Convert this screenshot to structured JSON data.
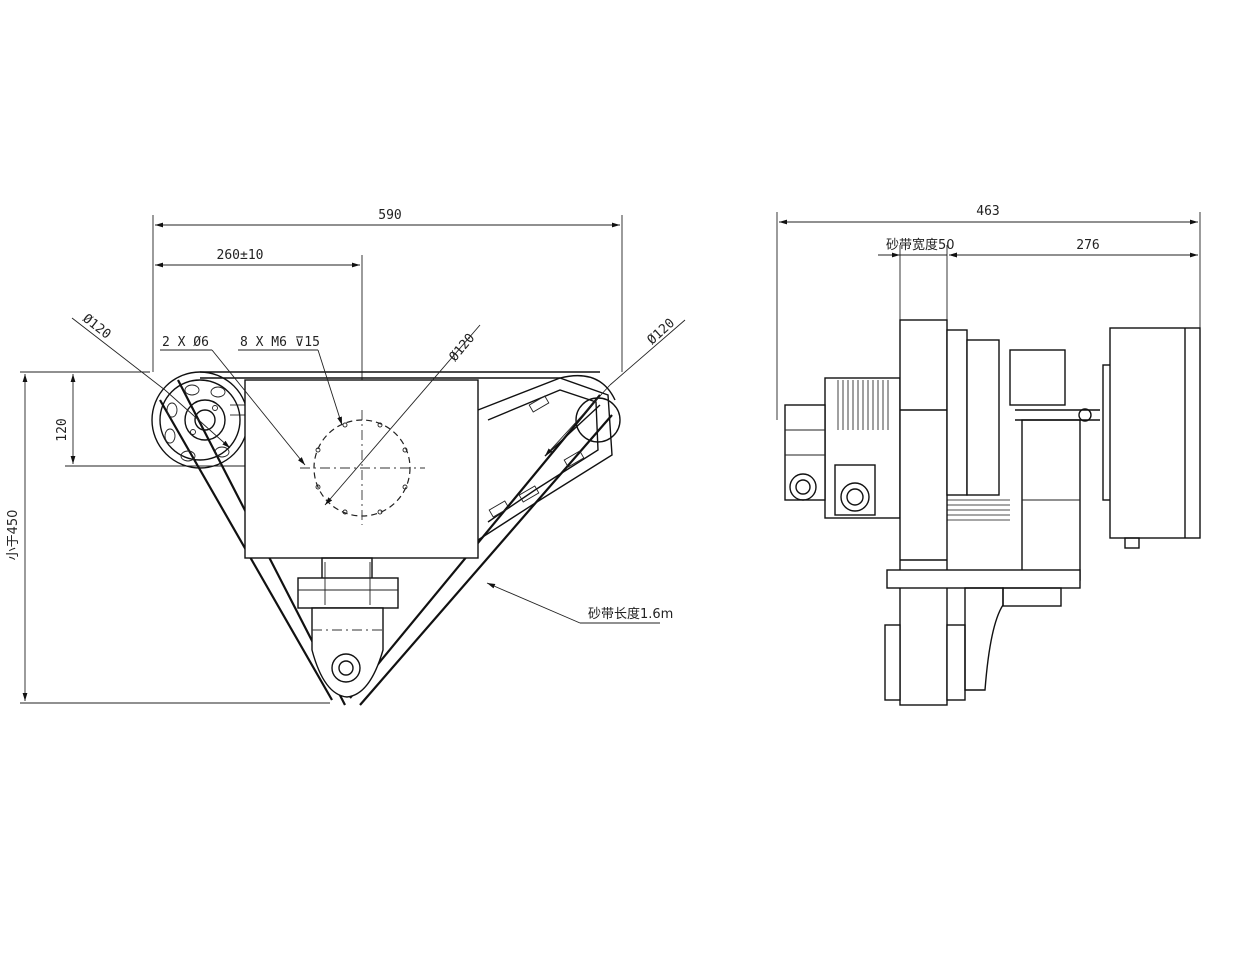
{
  "front_view": {
    "dim_overall_width": "590",
    "dim_offset": "260±10",
    "dim_hole_2": "2 X Ø6",
    "dim_hole_8": "8 X M6 ⊽15",
    "dim_roller_left": "Ø120",
    "dim_pcd": "Ø120",
    "dim_roller_right": "Ø120",
    "dim_height_120": "120",
    "dim_height_450": "小于450",
    "belt_length": "砂带长度1.6m"
  },
  "side_view": {
    "dim_overall_width": "463",
    "belt_width": "砂带宽度50",
    "dim_276": "276"
  }
}
